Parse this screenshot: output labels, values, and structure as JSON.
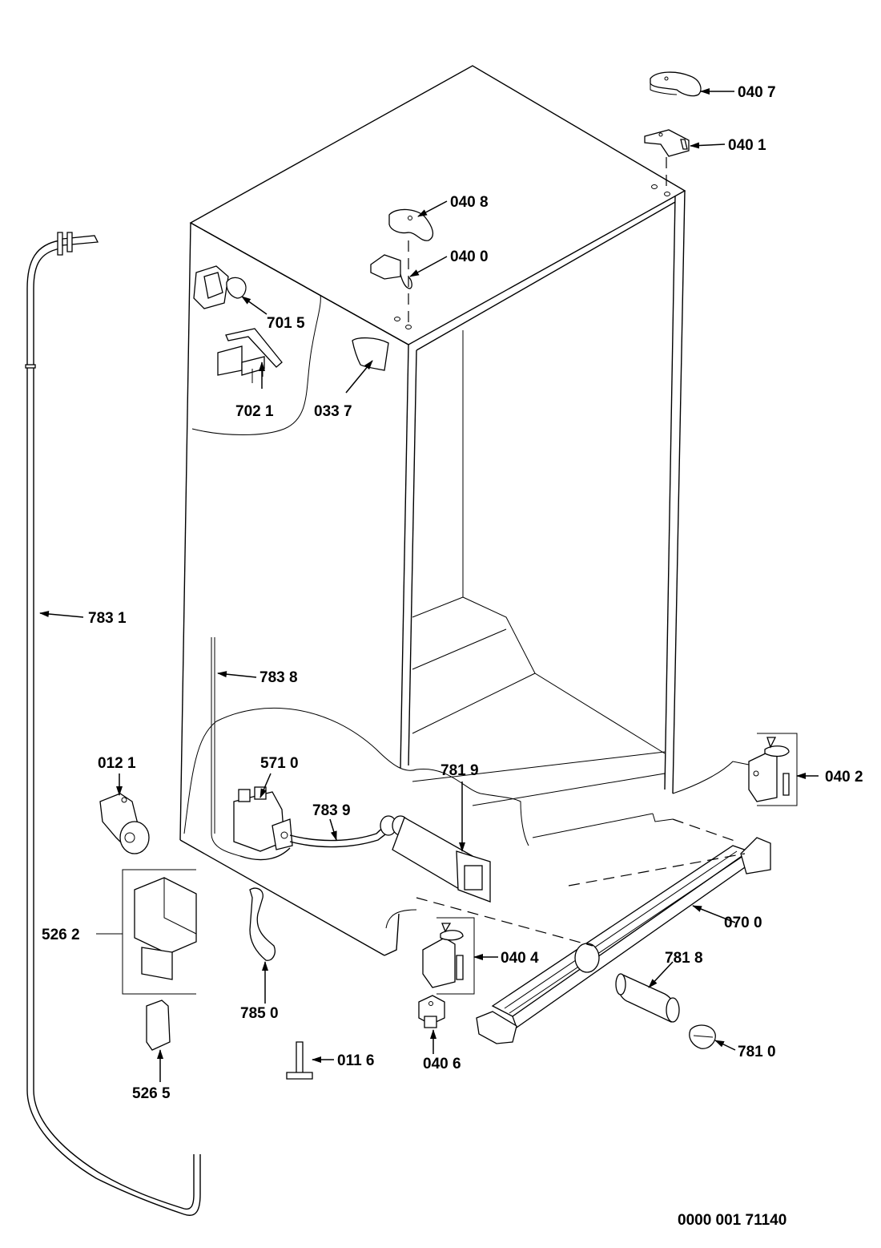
{
  "diagram": {
    "figure_number": "0000 001 71140",
    "callouts": [
      {
        "id": "c0407",
        "text": "040 7"
      },
      {
        "id": "c0401",
        "text": "040 1"
      },
      {
        "id": "c0408",
        "text": "040 8"
      },
      {
        "id": "c0400",
        "text": "040 0"
      },
      {
        "id": "c7015",
        "text": "701 5"
      },
      {
        "id": "c7021",
        "text": "702 1"
      },
      {
        "id": "c0337",
        "text": "033 7"
      },
      {
        "id": "c7831",
        "text": "783 1"
      },
      {
        "id": "c7838",
        "text": "783 8"
      },
      {
        "id": "c0121",
        "text": "012 1"
      },
      {
        "id": "c5710",
        "text": "571 0"
      },
      {
        "id": "c7839",
        "text": "783 9"
      },
      {
        "id": "c7819",
        "text": "781 9"
      },
      {
        "id": "c0402",
        "text": "040 2"
      },
      {
        "id": "c5262",
        "text": "526 2"
      },
      {
        "id": "c0404",
        "text": "040 4"
      },
      {
        "id": "c0700",
        "text": "070 0"
      },
      {
        "id": "c7818",
        "text": "781 8"
      },
      {
        "id": "c7850",
        "text": "785 0"
      },
      {
        "id": "c0406",
        "text": "040 6"
      },
      {
        "id": "c5265",
        "text": "526 5"
      },
      {
        "id": "c0116",
        "text": "011 6"
      },
      {
        "id": "c7810",
        "text": "781 0"
      }
    ]
  }
}
